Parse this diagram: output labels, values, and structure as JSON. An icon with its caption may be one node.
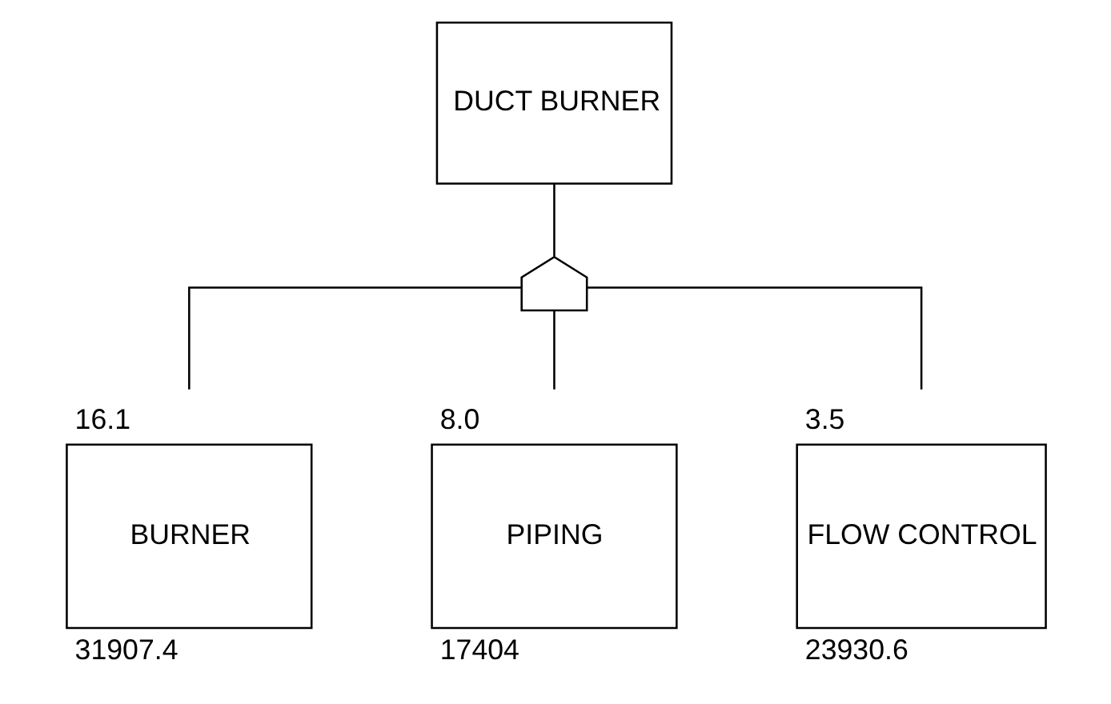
{
  "diagram": {
    "nodes": [
      {
        "text": [
          "DUCT BURNER"
        ]
      },
      {
        "text": [],
        "shape": "gate"
      },
      {
        "text": [
          "BURNER"
        ],
        "beside": [
          "16.1",
          "31907.4"
        ]
      },
      {
        "text": [
          "PIPING"
        ],
        "beside": [
          "8.0",
          "17404"
        ]
      },
      {
        "text": [
          "FLOW CONTROL"
        ],
        "beside": [
          "3.5",
          "23930.6"
        ]
      }
    ],
    "edges": [
      {
        "from": 1,
        "to": 0,
        "arrow": "none"
      },
      {
        "from": 1,
        "to": 2,
        "arrow": "none"
      },
      {
        "from": 1,
        "to": 3,
        "arrow": "none"
      },
      {
        "from": 1,
        "to": 4,
        "arrow": "none"
      }
    ]
  }
}
